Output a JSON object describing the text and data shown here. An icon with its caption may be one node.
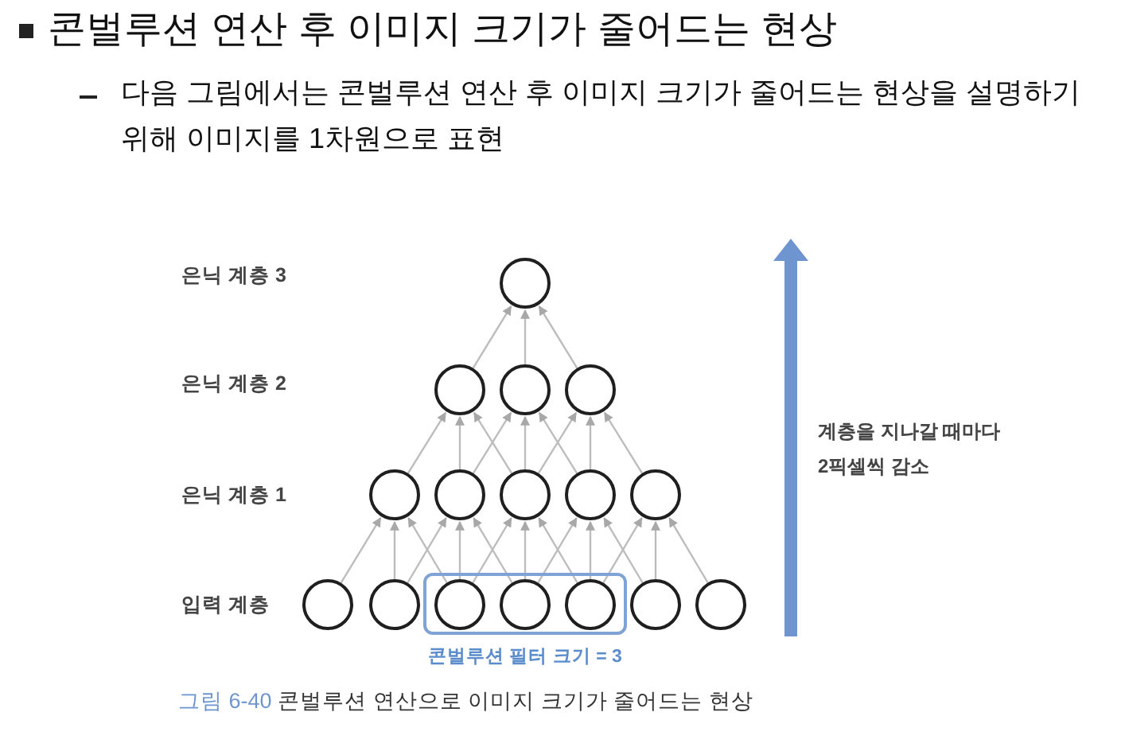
{
  "diagram": {
    "title": "콘벌루션 연산 후 이미지 크기가 줄어드는 현상",
    "caption": "그림 6-40 콘벌루션 연산으로 이미지 크기가 줄어드는 현상",
    "nodes": [
      {
        "text": [],
        "shape": "circle"
      },
      {
        "text": [],
        "shape": "circle"
      },
      {
        "text": [],
        "shape": "circle"
      },
      {
        "text": [],
        "shape": "circle"
      },
      {
        "text": [],
        "shape": "circle"
      },
      {
        "text": [],
        "shape": "circle"
      },
      {
        "text": [],
        "shape": "circle"
      },
      {
        "text": [],
        "shape": "circle"
      },
      {
        "text": [],
        "shape": "circle"
      },
      {
        "text": [
          "콘벌루션 필터 크기 = 3"
        ]
      },
      {
        "text": [],
        "shape": "circle"
      },
      {
        "text": [],
        "shape": "circle"
      },
      {
        "text": [],
        "shape": "circle",
        "in": 9
      },
      {
        "text": [],
        "shape": "circle",
        "in": 9
      },
      {
        "text": [],
        "shape": "circle",
        "in": 9
      },
      {
        "text": [],
        "shape": "circle"
      },
      {
        "text": [],
        "shape": "circle"
      }
    ],
    "edges": [
      {
        "from": 10,
        "to": 4,
        "arrow": "to"
      },
      {
        "from": 11,
        "to": 4,
        "arrow": "to"
      },
      {
        "from": 12,
        "to": 4,
        "arrow": "to"
      },
      {
        "from": 11,
        "to": 5,
        "arrow": "to"
      },
      {
        "from": 12,
        "to": 5,
        "arrow": "to"
      },
      {
        "from": 13,
        "to": 5,
        "arrow": "to"
      },
      {
        "from": 12,
        "to": 6,
        "arrow": "to"
      },
      {
        "from": 13,
        "to": 6,
        "arrow": "to"
      },
      {
        "from": 14,
        "to": 6,
        "arrow": "to"
      },
      {
        "from": 13,
        "to": 7,
        "arrow": "to"
      },
      {
        "from": 14,
        "to": 7,
        "arrow": "to"
      },
      {
        "from": 15,
        "to": 7,
        "arrow": "to"
      },
      {
        "from": 14,
        "to": 8,
        "arrow": "to"
      },
      {
        "from": 15,
        "to": 8,
        "arrow": "to"
      },
      {
        "from": 16,
        "to": 8,
        "arrow": "to"
      },
      {
        "from": 4,
        "to": 1,
        "arrow": "to"
      },
      {
        "from": 5,
        "to": 1,
        "arrow": "to"
      },
      {
        "from": 6,
        "to": 1,
        "arrow": "to"
      },
      {
        "from": 5,
        "to": 2,
        "arrow": "to"
      },
      {
        "from": 6,
        "to": 2,
        "arrow": "to"
      },
      {
        "from": 7,
        "to": 2,
        "arrow": "to"
      },
      {
        "from": 6,
        "to": 3,
        "arrow": "to"
      },
      {
        "from": 7,
        "to": 3,
        "arrow": "to"
      },
      {
        "from": 8,
        "to": 3,
        "arrow": "to"
      },
      {
        "from": 1,
        "to": 0,
        "arrow": "to"
      },
      {
        "from": 2,
        "to": 0,
        "arrow": "to"
      },
      {
        "from": 3,
        "to": 0,
        "arrow": "to"
      }
    ],
    "labels": [
      "다음 그림에서는 콘벌루션 연산 후 이미지 크기가 줄어드는 현상을 설명하기 위해 이미지를 1차원으로 표현",
      "은닉 계층 3",
      "은닉 계층 2",
      "계층을 지나갈 때마다 2픽셀씩 감소",
      "은닉 계층 1",
      "입력 계층"
    ]
  }
}
